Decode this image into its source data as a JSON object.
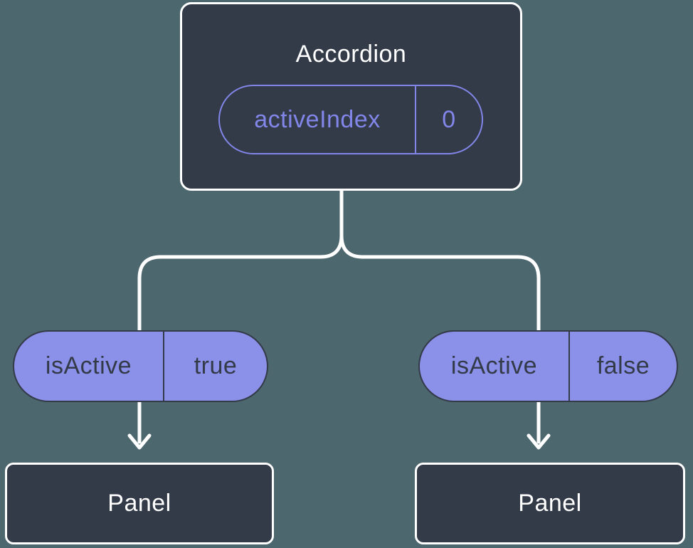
{
  "colors": {
    "background": "#4d676e",
    "node_fill": "#333a48",
    "node_border": "#ffffff",
    "accent_purple": "#8186e8",
    "pill_fill": "#8b90e9",
    "pill_text": "#333a48",
    "connector": "#ffffff"
  },
  "diagram": {
    "root": {
      "title": "Accordion",
      "state": {
        "name": "activeIndex",
        "value": "0"
      }
    },
    "branches": [
      {
        "prop": {
          "name": "isActive",
          "value": "true"
        },
        "child": {
          "title": "Panel"
        }
      },
      {
        "prop": {
          "name": "isActive",
          "value": "false"
        },
        "child": {
          "title": "Panel"
        }
      }
    ]
  }
}
